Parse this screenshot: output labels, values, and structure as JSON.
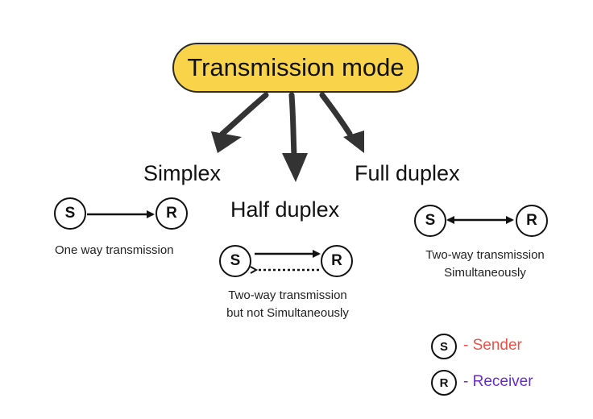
{
  "title": "Transmission mode",
  "colors": {
    "title_fill": "#f9d44a",
    "sender": "#e8524a",
    "receiver": "#6a2cc9"
  },
  "modes": {
    "simplex": {
      "label": "Simplex",
      "sender": "S",
      "receiver": "R",
      "description": "One way transmission"
    },
    "half_duplex": {
      "label": "Half duplex",
      "sender": "S",
      "receiver": "R",
      "description_line1": "Two-way transmission",
      "description_line2": "but not Simultaneously"
    },
    "full_duplex": {
      "label": "Full duplex",
      "sender": "S",
      "receiver": "R",
      "description_line1": "Two-way transmission",
      "description_line2": "Simultaneously"
    }
  },
  "legend": {
    "sender_symbol": "S",
    "sender_text": "- Sender",
    "receiver_symbol": "R",
    "receiver_text": "- Receiver"
  }
}
